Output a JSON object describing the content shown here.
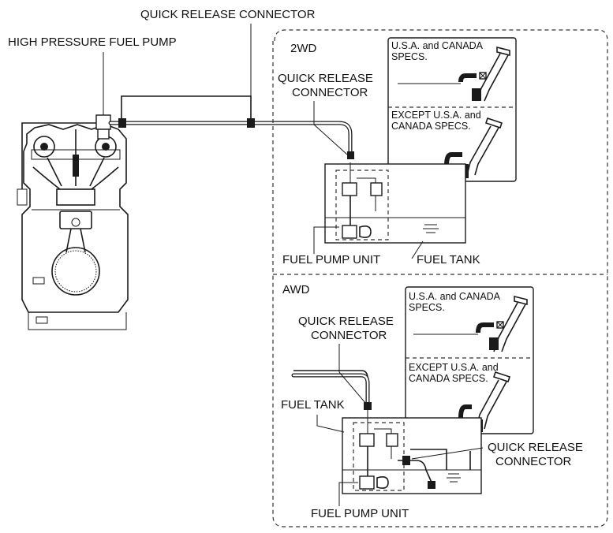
{
  "labels": {
    "quick_release_top": "QUICK RELEASE CONNECTOR",
    "high_pressure_pump": "HIGH PRESSURE FUEL PUMP",
    "section_2wd": "2WD",
    "qrc_2wd_line1": "QUICK RELEASE",
    "qrc_2wd_line2": "CONNECTOR",
    "usa_2wd_line1": "U.S.A. and CANADA",
    "usa_2wd_line2": "SPECS.",
    "except_2wd_line1": "EXCEPT U.S.A. and",
    "except_2wd_line2": "CANADA SPECS.",
    "fuel_pump_unit_2wd": "FUEL PUMP UNIT",
    "fuel_tank_2wd": "FUEL TANK",
    "section_awd": "AWD",
    "usa_awd_line1": "U.S.A. and CANADA",
    "usa_awd_line2": "SPECS.",
    "qrc_awd_line1": "QUICK RELEASE",
    "qrc_awd_line2": "CONNECTOR",
    "except_awd_line1": "EXCEPT U.S.A. and",
    "except_awd_line2": "CANADA SPECS.",
    "fuel_tank_awd": "FUEL TANK",
    "qrc_awd_right_line1": "QUICK RELEASE",
    "qrc_awd_right_line2": "CONNECTOR",
    "fuel_pump_unit_awd": "FUEL PUMP UNIT"
  }
}
